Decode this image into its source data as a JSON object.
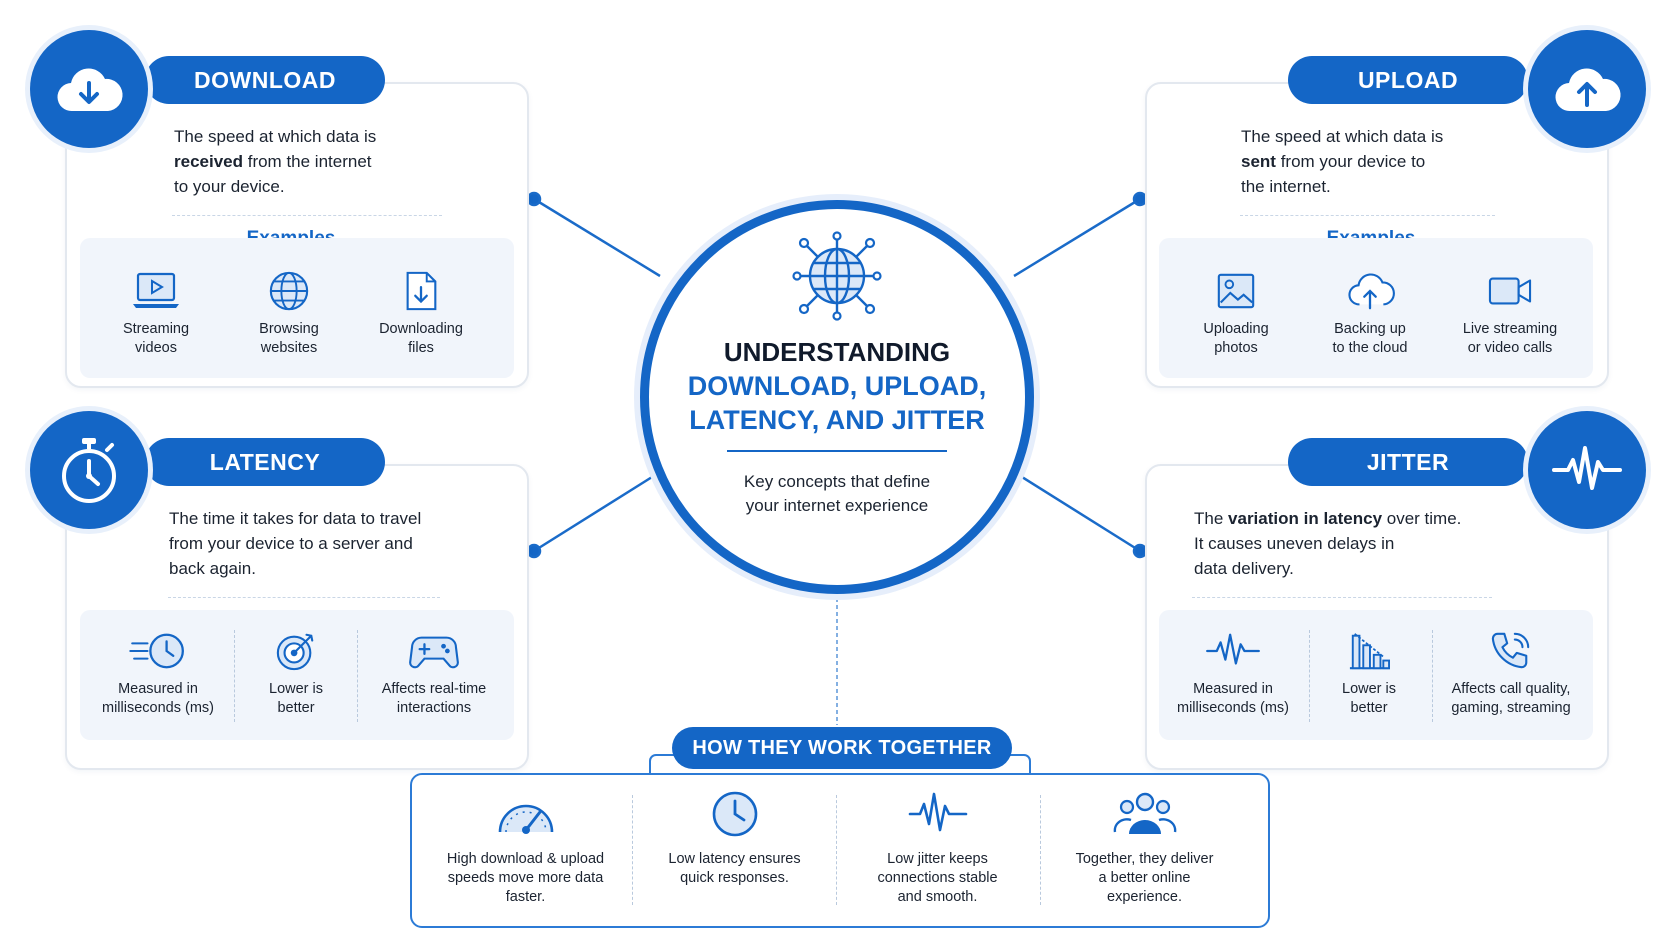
{
  "center": {
    "title_line1": "UNDERSTANDING",
    "title_line2": "DOWNLOAD, UPLOAD,",
    "title_line3": "LATENCY, AND JITTER",
    "subtitle": "Key concepts that define\nyour internet experience"
  },
  "download": {
    "title": "DOWNLOAD",
    "desc_pre": "The speed at which data is\n",
    "desc_bold": "received",
    "desc_post": " from the internet\nto your device.",
    "examples_title": "Examples",
    "items": [
      {
        "label": "Streaming\nvideos",
        "icon": "laptop-play-icon"
      },
      {
        "label": "Browsing\nwebsites",
        "icon": "globe-icon"
      },
      {
        "label": "Downloading\nfiles",
        "icon": "file-download-icon"
      }
    ]
  },
  "upload": {
    "title": "UPLOAD",
    "desc_pre": "The speed at which data is\n",
    "desc_bold": "sent",
    "desc_post": " from your device to\nthe internet.",
    "examples_title": "Examples",
    "items": [
      {
        "label": "Uploading\nphotos",
        "icon": "image-icon"
      },
      {
        "label": "Backing up\nto the cloud",
        "icon": "cloud-upload-icon"
      },
      {
        "label": "Live streaming\nor video calls",
        "icon": "video-camera-icon"
      }
    ]
  },
  "latency": {
    "title": "LATENCY",
    "desc": "The time it takes for data to travel\nfrom your device to a server and\nback again.",
    "items": [
      {
        "label": "Measured in\nmilliseconds (ms)",
        "icon": "fast-clock-icon"
      },
      {
        "label": "Lower is\nbetter",
        "icon": "target-icon"
      },
      {
        "label": "Affects real-time\ninteractions",
        "icon": "gamepad-icon"
      }
    ]
  },
  "jitter": {
    "title": "JITTER",
    "desc_pre": "The ",
    "desc_bold": "variation in latency",
    "desc_post": " over time.\nIt causes uneven delays in\ndata delivery.",
    "items": [
      {
        "label": "Measured in\nmilliseconds (ms)",
        "icon": "waveform-icon"
      },
      {
        "label": "Lower is\nbetter",
        "icon": "bar-chart-icon"
      },
      {
        "label": "Affects call quality,\ngaming, streaming",
        "icon": "phone-icon"
      }
    ]
  },
  "together": {
    "title": "HOW THEY WORK TOGETHER",
    "items": [
      {
        "label": "High download & upload\nspeeds move more data\nfaster.",
        "icon": "speedometer-icon"
      },
      {
        "label": "Low latency ensures\nquick responses.",
        "icon": "clock-icon"
      },
      {
        "label": "Low jitter keeps\nconnections stable\nand smooth.",
        "icon": "waveform-icon"
      },
      {
        "label": "Together, they deliver\na better online\nexperience.",
        "icon": "people-icon"
      }
    ]
  },
  "colors": {
    "primary": "#1466c6",
    "panel": "#f1f5fb",
    "text": "#1b2330"
  }
}
